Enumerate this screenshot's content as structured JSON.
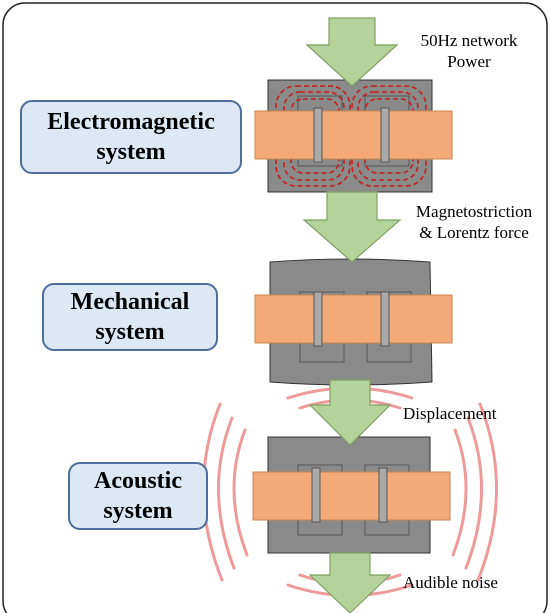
{
  "systems": {
    "electromagnetic": {
      "line1": "Electromagnetic",
      "line2": "system"
    },
    "mechanical": {
      "line1": "Mechanical",
      "line2": "system"
    },
    "acoustic": {
      "line1": "Acoustic",
      "line2": "system"
    }
  },
  "annotations": {
    "input_line1": "50Hz network",
    "input_line2": "Power",
    "force_line1": "Magnetostriction",
    "force_line2": "& Lorentz force",
    "displacement": "Displacement",
    "output": "Audible noise"
  },
  "colors": {
    "arrow_fill": "#b3d39a",
    "arrow_stroke": "#7fa062",
    "winding": "#f3aa78",
    "core": "#8a8a8a",
    "flux_lines": "#c81e1e",
    "sound_waves": "#ef9a9a",
    "label_fill": "#dde8f5",
    "label_border": "#4e6d9c"
  }
}
